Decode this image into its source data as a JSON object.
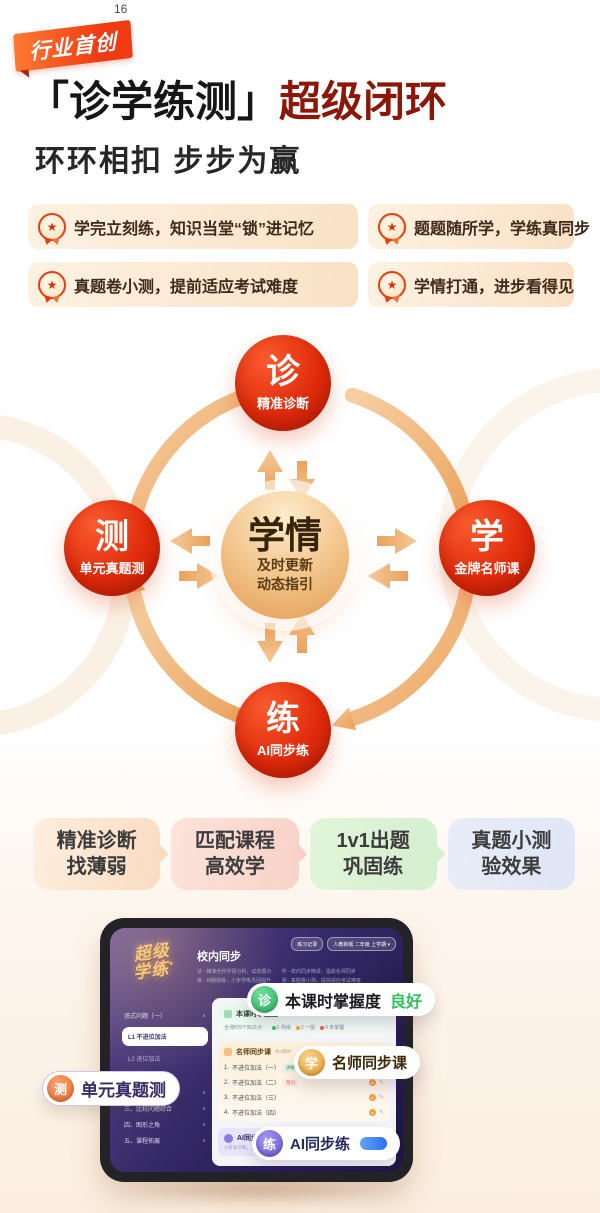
{
  "page_number": "16",
  "badge": "行业首创",
  "title": {
    "brackets": "「诊学练测」",
    "highlight": "超级闭环"
  },
  "subtitle": "环环相扣 步步为赢",
  "features": [
    "学完立刻练，知识当堂“锁”进记忆",
    "题题随所学，学练真同步",
    "真题卷小测，提前适应考试难度",
    "学情打通，进步看得见"
  ],
  "medal_icon": "★",
  "cycle": {
    "center": {
      "title": "学情",
      "line1": "及时更新",
      "line2": "动态指引"
    },
    "top": {
      "char": "诊",
      "label": "精准诊断"
    },
    "left": {
      "char": "测",
      "label": "单元真题测"
    },
    "right": {
      "char": "学",
      "label": "金牌名师课"
    },
    "bottom": {
      "char": "练",
      "label": "AI同步练"
    }
  },
  "steps": [
    {
      "line1": "精准诊断",
      "line2": "找薄弱"
    },
    {
      "line1": "匹配课程",
      "line2": "高效学"
    },
    {
      "line1": "1v1出题",
      "line2": "巩固练"
    },
    {
      "line1": "真题小测",
      "line2": "验效果"
    }
  ],
  "tablet": {
    "logo": {
      "line1": "超级",
      "line2": "学练",
      "plus": "+"
    },
    "topbar": {
      "record": "练习记录",
      "grade": "人教新版 二年级 上学期 ▾"
    },
    "header": {
      "title": "校内同步",
      "desc_col1_line1": "诊 · 精准全科学情分析，动态展示",
      "desc_col1_line2": "练 · AI刷题练，小步学练巩固提升",
      "desc_col2_line1": "学 · 校内同步精讲，温故名师同步",
      "desc_col2_line2": "测 · 真题卷小测，提前适应考试难度"
    },
    "sidebar": [
      {
        "label": "竖式问题（一）",
        "chevron": "∧"
      },
      {
        "label": "L1 不进位加法"
      },
      {
        "label": "L2 进位加法"
      },
      {
        "label": "L3 不进位竖式"
      },
      {
        "label": "二、竖式问题（二）",
        "chevron": "∨"
      },
      {
        "label": "三、比较问题综合",
        "chevron": "∨"
      },
      {
        "label": "四、图形之角",
        "chevron": "∨"
      },
      {
        "label": "五、课程拓展",
        "chevron": "∨"
      }
    ],
    "mastery_card": {
      "title": "本课时掌握度",
      "stats_label": "全课时9个知识点：",
      "stat1": "5 熟练",
      "stat2": "2 一般",
      "stat3": "4 未掌握"
    },
    "course_card": {
      "title": "名师同步课",
      "meta": "共4课时",
      "items": [
        {
          "num": "1.",
          "name": "不进位加法（一）",
          "tag1": "讲解",
          "tag2": "练习"
        },
        {
          "num": "2.",
          "name": "不进位加法（二）",
          "tag1": "预习",
          "tag2": ""
        },
        {
          "num": "3.",
          "name": "不进位加法（三）",
          "tag1": "",
          "tag2": ""
        },
        {
          "num": "4.",
          "name": "不进位加法（四）",
          "tag1": "",
          "tag2": ""
        }
      ],
      "play_icon": "▸",
      "edit_icon": "✎"
    },
    "practice_card": {
      "title": "AI同步练",
      "subtitle": "小步多次练，上周完成2课时"
    }
  },
  "callouts": {
    "diagnose": {
      "char": "诊",
      "text": "本课时掌握度",
      "value": "良好"
    },
    "course": {
      "char": "学",
      "text": "名师同步课"
    },
    "practice": {
      "char": "练",
      "text": "AI同步练"
    },
    "test": {
      "char": "测",
      "text": "单元真题测"
    }
  },
  "colors": {
    "primary_red": "#e8380d",
    "dark_red": "#8a1708",
    "gold": "#efb469",
    "green": "#2fc25b",
    "purple": "#7a63d8",
    "orange": "#ee6b2e",
    "blue": "#2e6fe8"
  }
}
